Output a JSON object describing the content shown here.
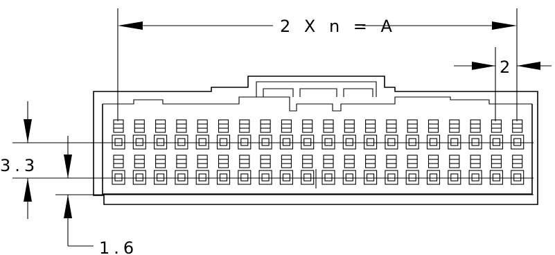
{
  "drawing": {
    "type": "connector-outline",
    "stroke_color": "#000000",
    "background": "#ffffff"
  },
  "dimensions": {
    "overall_width_label": "2 X n = A",
    "pitch_label": "2",
    "row_spacing_label": "3.3",
    "offset_label": "1.6"
  },
  "connector": {
    "columns": 20,
    "rows": 2
  }
}
